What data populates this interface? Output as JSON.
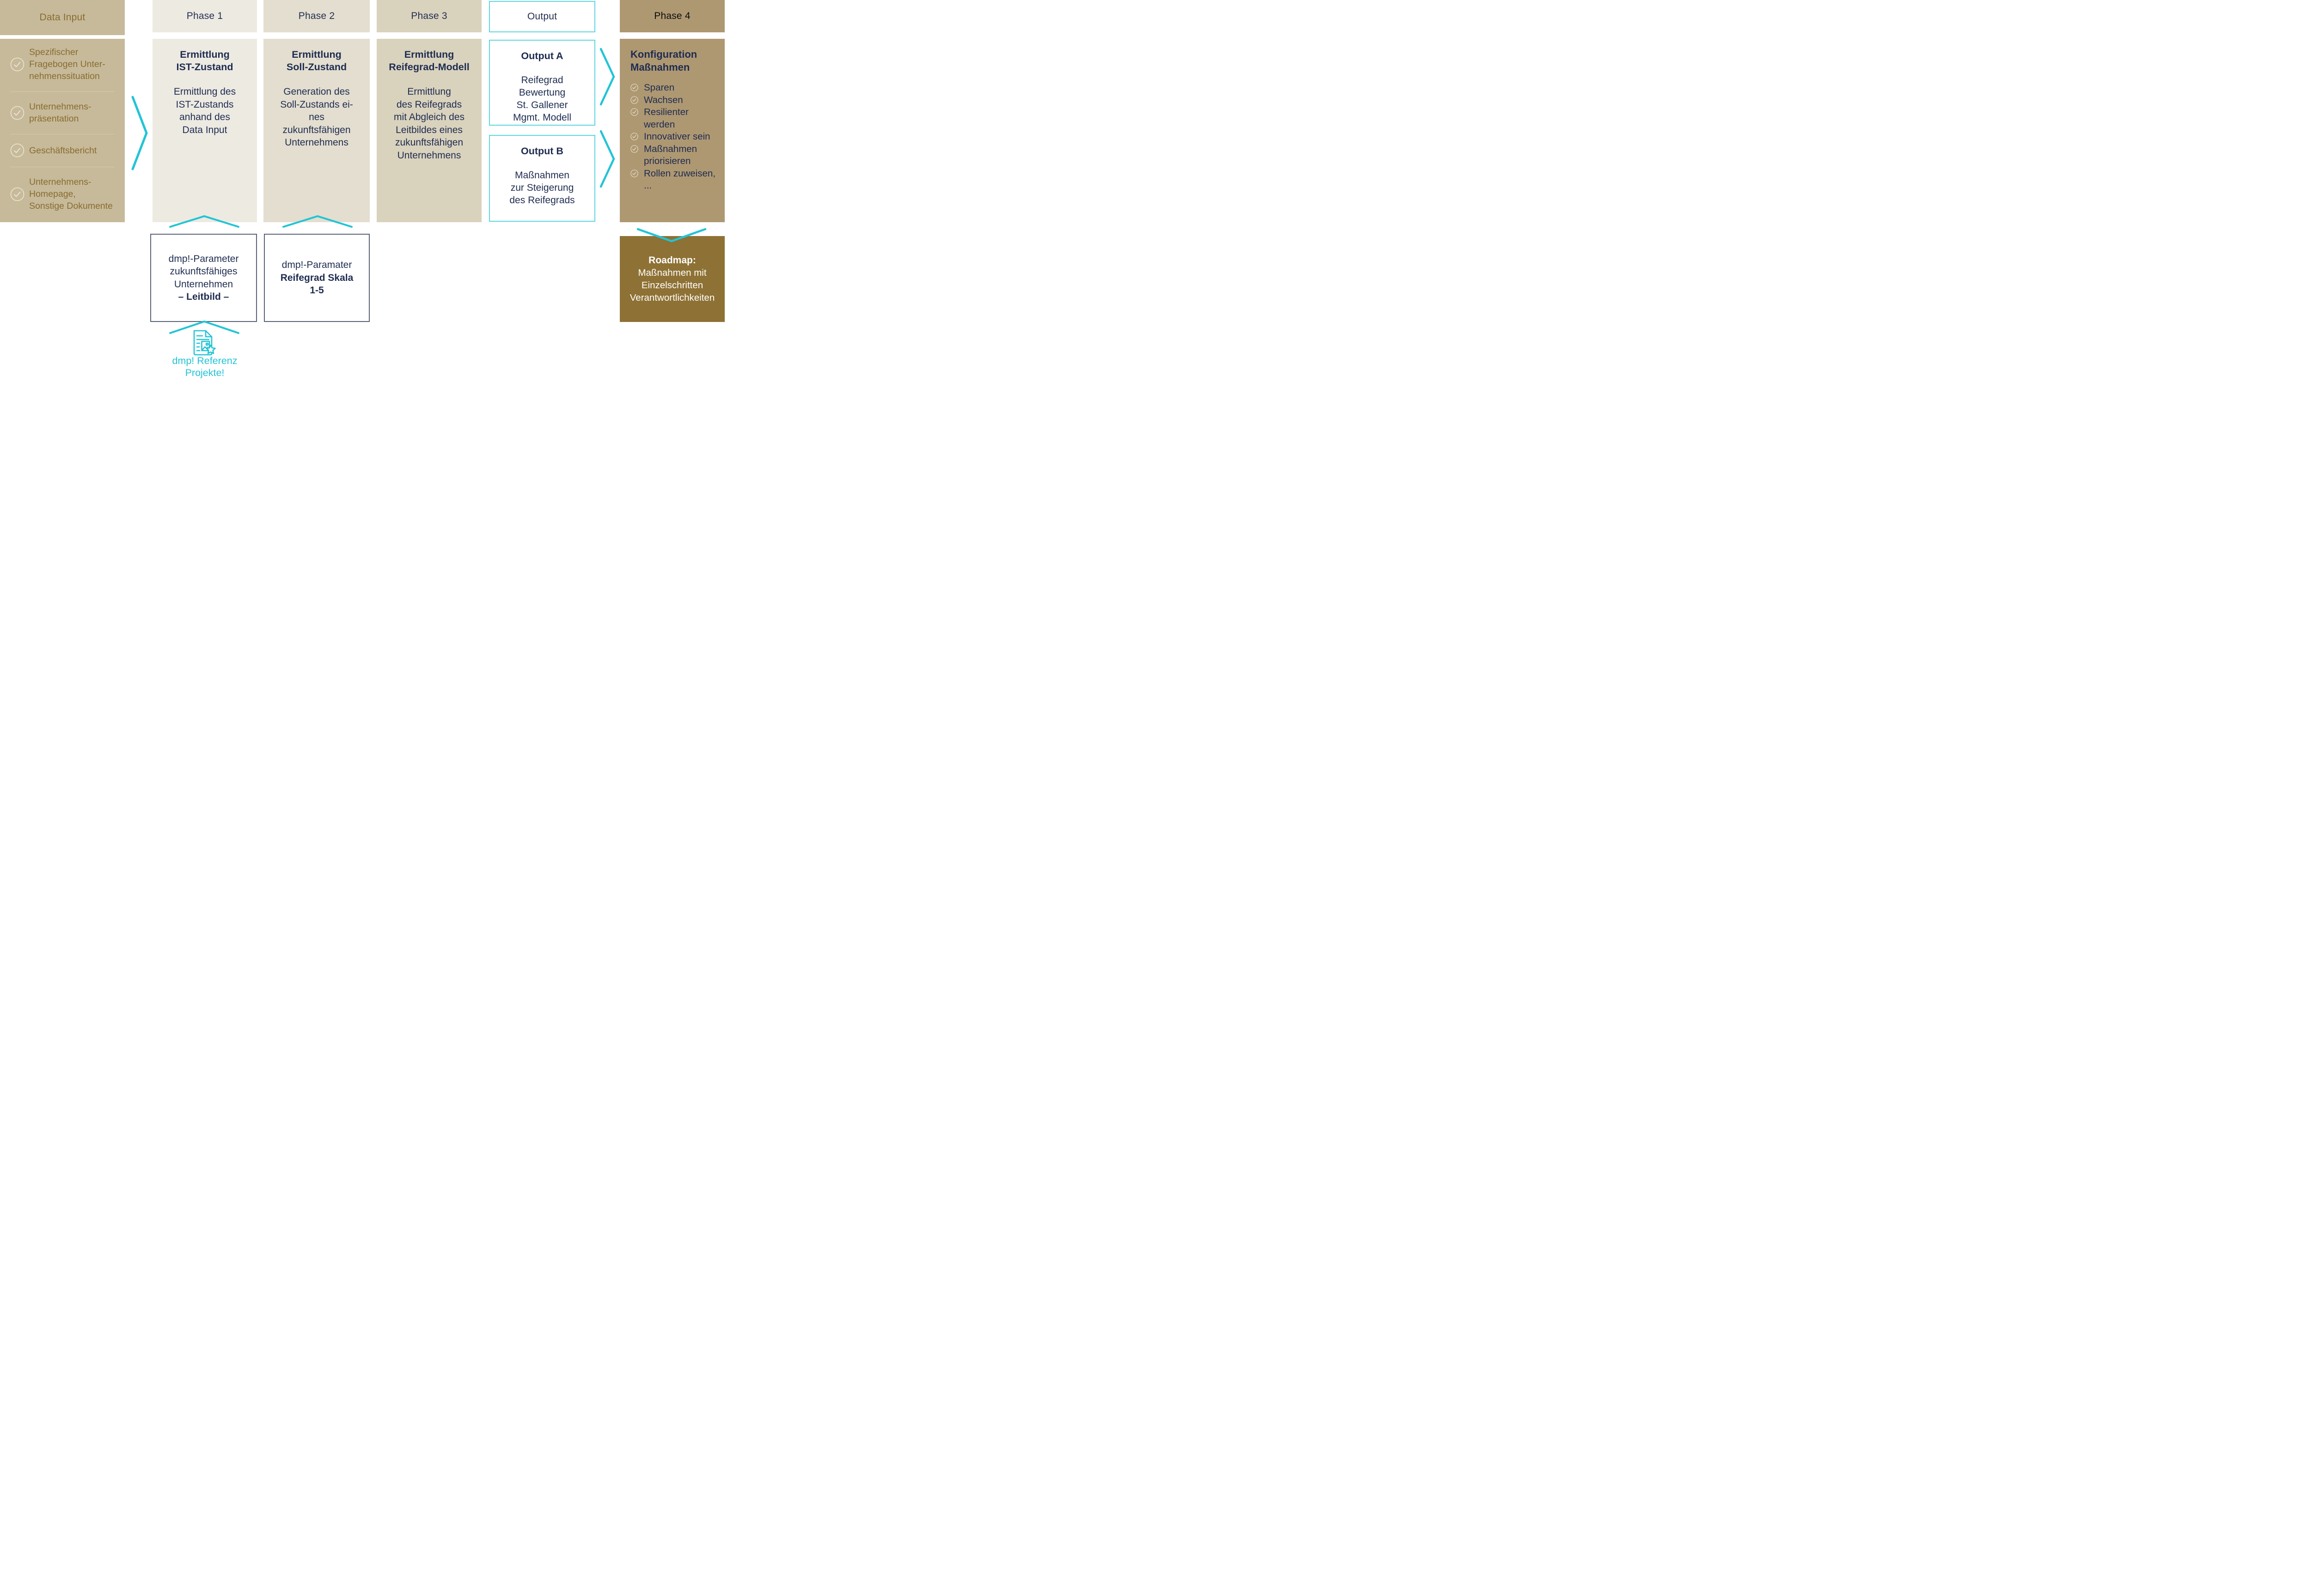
{
  "colors": {
    "accent_cyan": "#22c4d6",
    "output_border_cyan": "#5fd6e0",
    "navy_text": "#1e2c50",
    "brown_text": "#8a6c30",
    "data_input_tan": "#c6ba9a",
    "phase1_beige": "#edeae2",
    "phase2_beige": "#e3decf",
    "phase3_beige": "#d9d2bd",
    "phase4_tan": "#ae9872",
    "roadmap_gold": "#8e7134",
    "param_box_border": "#5a6377",
    "check_circle_cream": "#ece4d0"
  },
  "icons": {
    "check": "check-circle-icon",
    "chevron_right": "chevron-right-icon",
    "chevron_up": "chevron-up-icon",
    "chevron_down": "chevron-down-icon",
    "reference_document": "document-image-star-icon"
  },
  "data_input": {
    "title": "Data Input",
    "items": [
      "Spezifischer\nFragebogen Unter-\nnehmenssituation",
      "Unternehmens-\npräsentation",
      "Geschäftsbericht",
      "Unternehmens-\nHomepage,\nSonstige Dokumente"
    ]
  },
  "phase1": {
    "title": "Phase 1",
    "heading": "Ermittlung\nIST-Zustand",
    "body": "Ermittlung des\nIST-Zustands\nanhand des\nData Input"
  },
  "phase2": {
    "title": "Phase 2",
    "heading": "Ermittlung\nSoll-Zustand",
    "body": "Generation des\nSoll-Zustands ei-\nnes\nzukunftsfähigen\nUnternehmens"
  },
  "phase3": {
    "title": "Phase 3",
    "heading": "Ermittlung\nReifegrad-Modell",
    "body": "Ermittlung\ndes Reifegrads\nmit Abgleich des\nLeitbildes eines\nzukunftsfähigen\nUnternehmens"
  },
  "output": {
    "title": "Output",
    "a": {
      "heading": "Output A",
      "body": "Reifegrad\nBewertung\nSt. Gallener\nMgmt. Modell"
    },
    "b": {
      "heading": "Output B",
      "body": "Maßnahmen\nzur Steigerung\ndes Reifegrads"
    }
  },
  "phase4": {
    "title": "Phase 4",
    "heading": "Konfiguration\nMaßnahmen",
    "items": [
      "Sparen",
      "Wachsen",
      "Resilienter werden",
      "Innovativer sein",
      "Maßnahmen priorisieren",
      "Rollen zuweisen, ..."
    ]
  },
  "roadmap": {
    "heading": "Roadmap:",
    "body": "Maßnahmen mit\nEinzelschritten\nVerantwortlichkeiten"
  },
  "param_box1": {
    "body": "dmp!-Parameter\nzukunftsfähiges\nUnternehmen",
    "bold_line": "– Leitbild –"
  },
  "param_box2": {
    "body": "dmp!-Paramater",
    "bold_line": "Reifegrad Skala\n1-5"
  },
  "reference": {
    "label": "dmp! Referenz\nProjekte!"
  }
}
